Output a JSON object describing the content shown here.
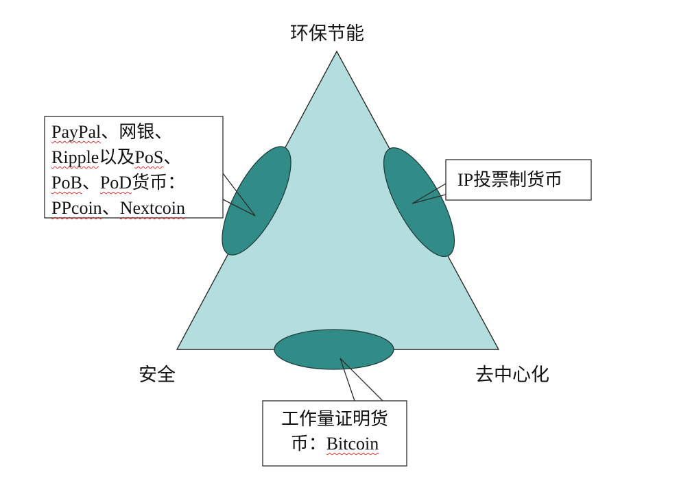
{
  "diagram": {
    "vertices": {
      "top": "环保节能",
      "bottom_left": "安全",
      "bottom_right": "去中心化"
    },
    "callouts": {
      "left": {
        "lines": [
          "PayPal、网银、",
          "Ripple以及PoS、",
          "PoB、PoD货币：",
          "PPcoin、Nextcoin"
        ]
      },
      "right": {
        "lines": [
          "IP投票制货币"
        ]
      },
      "bottom": {
        "lines": [
          "工作量证明货",
          "币：Bitcoin"
        ]
      }
    }
  },
  "colors": {
    "background": "#ffffff",
    "triangle_fill": "#b4dedd",
    "ellipse_fill": "#318c87",
    "ellipse_outline": "#1e3e3c",
    "outline": "#2b2b2b",
    "spelling_underline": "#e0312f"
  }
}
